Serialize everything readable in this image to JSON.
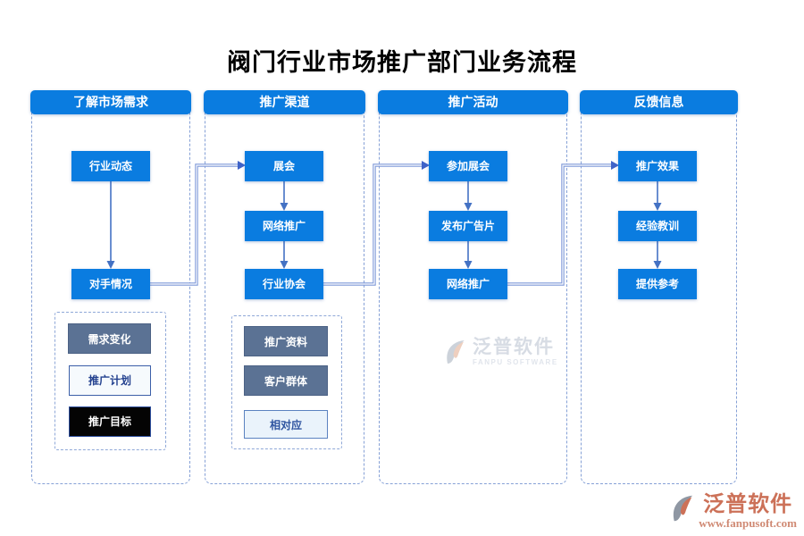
{
  "title": "阀门行业市场推广部门业务流程",
  "columns": [
    {
      "header": "了解市场需求",
      "boxes": [
        "行业动态",
        "对手情况"
      ],
      "sub_boxes": [
        "需求变化",
        "推广计划",
        "推广目标"
      ]
    },
    {
      "header": "推广渠道",
      "boxes": [
        "展会",
        "网络推广",
        "行业协会"
      ],
      "sub_boxes": [
        "推广资料",
        "客户群体",
        "相对应"
      ]
    },
    {
      "header": "推广活动",
      "boxes": [
        "参加展会",
        "发布广告片",
        "网络推广"
      ],
      "sub_boxes": []
    },
    {
      "header": "反馈信息",
      "boxes": [
        "推广效果",
        "经验教训",
        "提供参考"
      ],
      "sub_boxes": []
    }
  ],
  "watermark": {
    "name": "泛普软件",
    "subtitle": "FANPU SOFTWARE"
  },
  "brand": {
    "name": "泛普软件",
    "url": "www.fanpusoft.com"
  },
  "colors": {
    "primary_blue": "#0a7ce0",
    "slate_box": "#5b7294",
    "dark_box": "#040404",
    "arrow_blue": "#4472c4",
    "connector_blue": "#7e98d8",
    "dashed_border": "#85a0d6",
    "brand_salmon": "#cc7158"
  }
}
